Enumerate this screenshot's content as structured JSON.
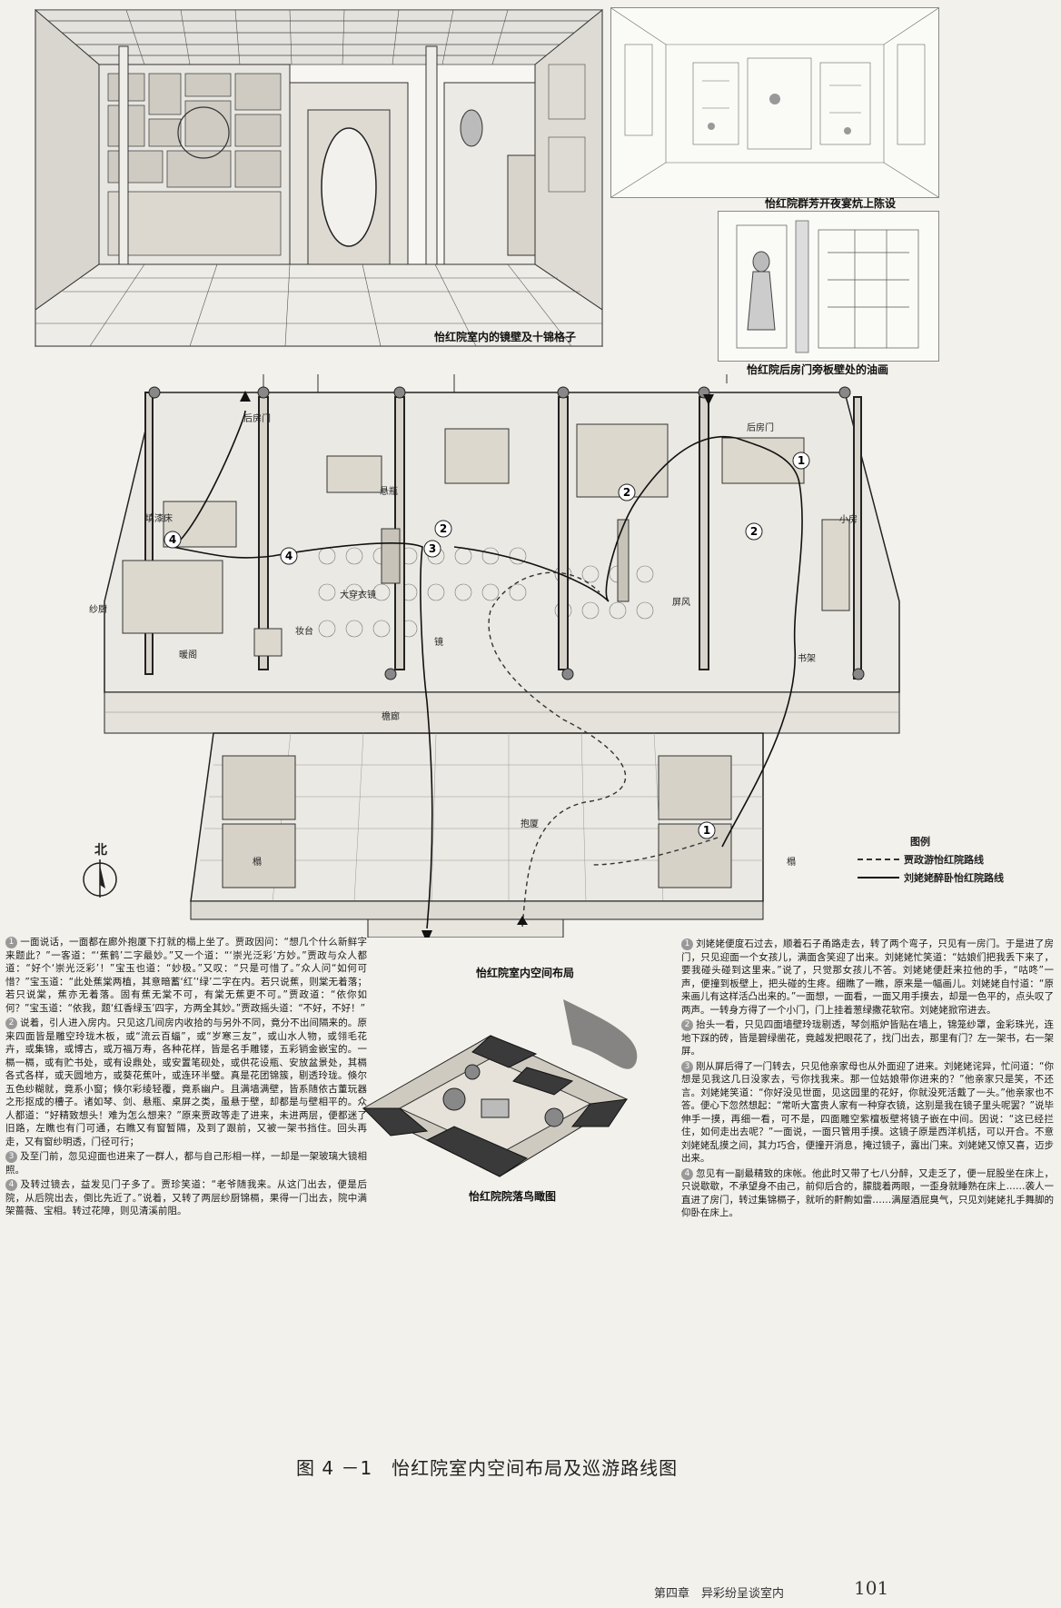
{
  "captions": {
    "mirror_wall": "怡红院室内的镜壁及十锦格子",
    "banquet": "怡红院群芳开夜宴炕上陈设",
    "oil_painting": "怡红院后房门旁板壁处的油画",
    "layout": "怡红院室内空间布局",
    "aerial": "怡红院院落鸟瞰图"
  },
  "room_labels": {
    "back_door_left": "后房门",
    "back_door_right": "后房门",
    "vase": "悬瓶",
    "bed": "填漆床",
    "mirror_wardrobe": "大穿衣镜",
    "screen": "屏风",
    "small_room": "小房",
    "dressing": "妆台",
    "mirror": "镜",
    "warm_room": "暖阁",
    "bookshelf": "书架",
    "corridor": "檐廊",
    "vestibule": "抱厦",
    "kang_left": "榻",
    "kang_right": "榻",
    "left_wall_text": "纱厨"
  },
  "legend": {
    "title": "图例",
    "items": [
      {
        "style": "dashed",
        "label": "贾政游怡红院路线"
      },
      {
        "style": "solid",
        "label": "刘姥姥醉卧怡红院路线"
      }
    ]
  },
  "compass": "北",
  "left_text": [
    {
      "n": "1",
      "text": "一面说话，一面都在廊外抱厦下打就的榻上坐了。贾政因问：“想几个什么新鲜字来题此？”一客道：“‘蕉鹤’二字最妙。”又一个道：“‘崇光泛彩’方妙。”贾政与众人都道：“好个‘崇光泛彩’！”宝玉也道：“妙极。”又叹：“只是可惜了。”众人问“如何可惜？”宝玉道：“此处蕉棠两植，其意暗蓄‘红’‘绿’二字在内。若只说蕉，则棠无着落；若只说棠，蕉亦无着落。固有蕉无棠不可，有棠无蕉更不可。”贾政道：“依你如何？”宝玉道：“依我，题‘红香绿玉’四字，方两全其妙。”贾政摇头道：“不好，不好！”"
    },
    {
      "n": "2",
      "text": "说着，引人进入房内。只见这几间房内收拾的与另外不同，竟分不出间隔来的。原来四面皆是雕空玲珑木板，或“流云百蝠”，或“岁寒三友”，或山水人物，或翎毛花卉，或集锦，或博古，或万福万寿，各种花样，皆是名手雕镂，五彩销金嵌宝的。一槅一槅，或有贮书处，或有设鼎处，或安置笔砚处，或供花设瓶、安放盆景处，其槅各式各样，或天圆地方，或葵花蕉叶，或连环半璧。真是花团锦簇，剔透玲珑。倏尔五色纱糊就，竟系小窗；倏尔彩绫轻覆，竟系幽户。且满墙满壁，皆系随依古董玩器之形抠成的槽子。诸如琴、剑、悬瓶、桌屏之类，虽悬于壁，却都是与壁相平的。众人都道：“好精致想头！难为怎么想来？”原来贾政等走了进来，未进两层，便都迷了旧路，左瞧也有门可通，右瞧又有窗暂隔，及到了跟前，又被一架书挡住。回头再走，又有窗纱明透，门径可行；"
    },
    {
      "n": "3",
      "text": "及至门前，忽见迎面也进来了一群人，都与自己形相一样，一却是一架玻璃大镜相照。"
    },
    {
      "n": "4",
      "text": "及转过镜去，益发见门子多了。贾珍笑道：“老爷随我来。从这门出去，便是后院，从后院出去，倒比先近了。”说着，又转了两层纱厨锦槅，果得一门出去，院中满架蔷薇、宝相。转过花障，则见清溪前阻。"
    }
  ],
  "right_text": [
    {
      "n": "1",
      "text": "刘姥姥便度石过去，顺着石子甬路走去，转了两个弯子，只见有一房门。于是进了房门，只见迎面一个女孩儿，满面含笑迎了出来。刘姥姥忙笑道：“姑娘们把我丢下来了，要我碰头碰到这里来。”说了，只觉那女孩儿不答。刘姥姥便赶来拉他的手，“咕咚”一声，便撞到板壁上，把头碰的生疼。细瞧了一瞧，原来是一幅画儿。刘姥姥自忖道：“原来画儿有这样活凸出来的。”一面想，一面看，一面又用手摸去，却是一色平的，点头叹了两声。一转身方得了一个小门，门上挂着葱绿撒花软帘。刘姥姥掀帘进去。"
    },
    {
      "n": "2",
      "text": "抬头一看，只见四面墙壁玲珑剔透，琴剑瓶炉皆贴在墙上，锦笼纱罩，金彩珠光，连地下踩的砖，皆是碧绿凿花，竟越发把眼花了，找门出去，那里有门？左一架书，右一架屏。"
    },
    {
      "n": "3",
      "text": "刚从屏后得了一门转去，只见他亲家母也从外面迎了进来。刘姥姥诧异，忙问道：“你想是见我这几日没家去，亏你找我来。那一位姑娘带你进来的？”他亲家只是笑，不还言。刘姥姥笑道：“你好没见世面，见这园里的花好，你就没死活戴了一头。”他亲家也不答。便心下忽然想起：“常听大富贵人家有一种穿衣镜，这别是我在镜子里头呢罢？”说毕伸手一摸，再细一看，可不是，四面雕空紫檀板壁将镜子嵌在中间。因说：“这已经拦住，如何走出去呢？”一面说，一面只管用手摸。这镜子原是西洋机括，可以开合。不意刘姥姥乱摸之间，其力巧合，便撞开消息，掩过镜子，露出门来。刘姥姥又惊又喜，迈步出来。"
    },
    {
      "n": "4",
      "text": "忽见有一副最精致的床帐。他此时又带了七八分醉，又走乏了，便一屁股坐在床上，只说歇歇，不承望身不由己，前仰后合的，朦胧着两眼，一歪身就睡熟在床上……袭人一直进了房门，转过集锦槅子，就听的鼾齁如雷……满屋酒屁臭气，只见刘姥姥扎手舞脚的仰卧在床上。"
    }
  ],
  "figure_title": "图 4 －1　怡红院室内空间布局及巡游路线图",
  "footer": {
    "chapter": "第四章　异彩纷呈谈室内",
    "page": "101"
  }
}
